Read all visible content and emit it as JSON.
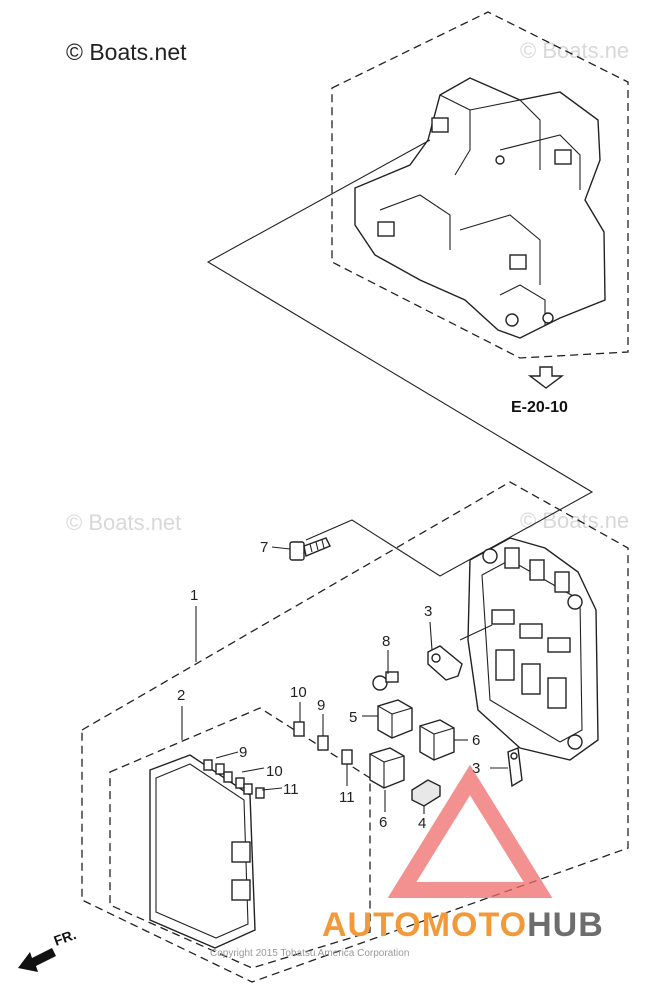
{
  "watermarks": {
    "top_left": "© Boats.net",
    "mid_left": "© Boats.net",
    "top_right": "© Boats.ne",
    "mid_right": "© Boats.ne"
  },
  "reference": {
    "label": "E-20-10"
  },
  "callouts": [
    {
      "id": "c1",
      "text": "1"
    },
    {
      "id": "c2",
      "text": "2"
    },
    {
      "id": "c3a",
      "text": "3"
    },
    {
      "id": "c3b",
      "text": "3"
    },
    {
      "id": "c4",
      "text": "4"
    },
    {
      "id": "c5",
      "text": "5"
    },
    {
      "id": "c6a",
      "text": "6"
    },
    {
      "id": "c6b",
      "text": "6"
    },
    {
      "id": "c7",
      "text": "7"
    },
    {
      "id": "c8",
      "text": "8"
    },
    {
      "id": "c9a",
      "text": "9"
    },
    {
      "id": "c9b",
      "text": "9"
    },
    {
      "id": "c10a",
      "text": "10"
    },
    {
      "id": "c10b",
      "text": "10"
    },
    {
      "id": "c11a",
      "text": "11"
    },
    {
      "id": "c11b",
      "text": "11"
    }
  ],
  "direction": {
    "label": "FR."
  },
  "copyright": "Copyright 2015 Tohatsu America Corporation",
  "brand": {
    "auto": "AUTO",
    "moto": "MOTO",
    "hub": "HUB",
    "colors": {
      "auto": "#f29a3a",
      "moto": "#f29a3a",
      "hub": "#6d6d6d",
      "triangle": "#ef6b6b"
    }
  }
}
